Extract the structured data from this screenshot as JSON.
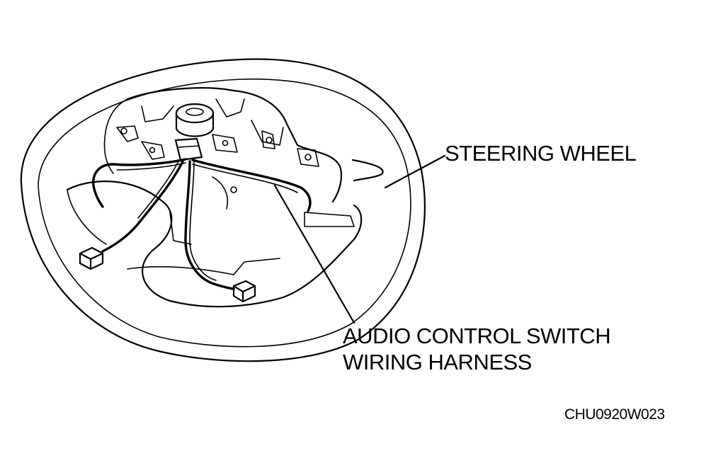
{
  "labels": {
    "steering_wheel": "STEERING WHEEL",
    "harness_line1": "AUDIO CONTROL SWITCH",
    "harness_line2": "WIRING HARNESS",
    "figure_code": "CHU0920W023"
  },
  "colors": {
    "ink": "#000000",
    "background": "#ffffff"
  }
}
